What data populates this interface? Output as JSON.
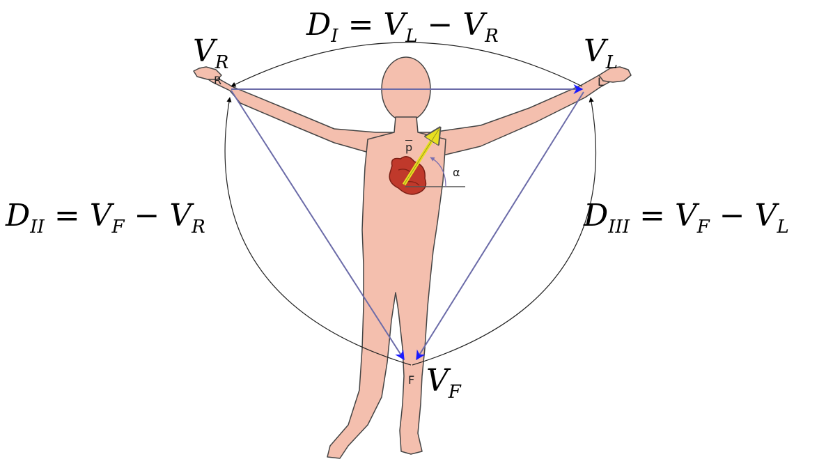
{
  "equations": {
    "di": {
      "lhs": "D",
      "lhs_sub": "I",
      "rhs1": "V",
      "rhs1_sub": "L",
      "op": "−",
      "rhs2": "V",
      "rhs2_sub": "R"
    },
    "dii": {
      "lhs": "D",
      "lhs_sub": "II",
      "rhs1": "V",
      "rhs1_sub": "F",
      "op": "−",
      "rhs2": "V",
      "rhs2_sub": "R"
    },
    "diii": {
      "lhs": "D",
      "lhs_sub": "III",
      "rhs1": "V",
      "rhs1_sub": "F",
      "op": "−",
      "rhs2": "V",
      "rhs2_sub": "L"
    }
  },
  "potentials": {
    "vr": {
      "symbol": "V",
      "sub": "R"
    },
    "vl": {
      "symbol": "V",
      "sub": "L"
    },
    "vf": {
      "symbol": "V",
      "sub": "F"
    }
  },
  "electrodes": {
    "right": "R",
    "left": "L",
    "foot": "F"
  },
  "vector": {
    "label": "p",
    "angle_label": "α"
  },
  "colors": {
    "skin": "#f4bfae",
    "heart": "#c0392b",
    "lead_arrow": "#1a1aff",
    "vector": "#e8e020",
    "outline": "#333333"
  }
}
